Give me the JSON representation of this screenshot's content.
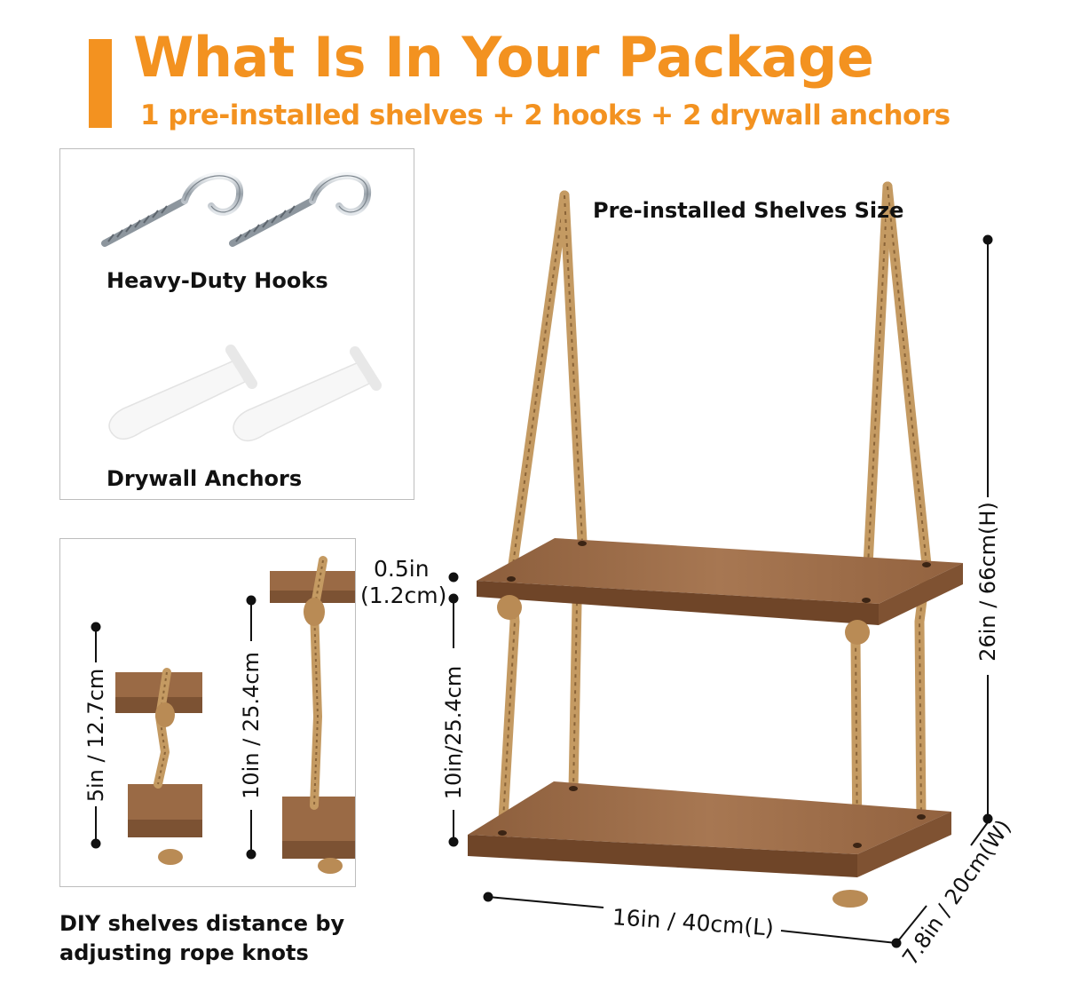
{
  "header": {
    "title": "What Is In Your Package",
    "subtitle": "1 pre-installed shelves + 2 hooks + 2 drywall anchors"
  },
  "accessories": {
    "hooks_label": "Heavy-Duty Hooks",
    "anchors_label": "Drywall Anchors"
  },
  "diy": {
    "dim_short": "5in / 12.7cm",
    "dim_long": "10in / 25.4cm",
    "caption_line1": "DIY shelves distance by",
    "caption_line2": "adjusting rope knots"
  },
  "shelf": {
    "size_label": "Pre-installed Shelves Size",
    "thickness": "0.5in",
    "thickness_metric": "(1.2cm)",
    "spacing": "10in/25.4cm",
    "height": "26in / 66cm(H)",
    "length": "16in / 40cm(L)",
    "width": "7.8in / 20cm(W)"
  },
  "colors": {
    "accent": "#f39220",
    "wood": "#9a6a45",
    "rope": "#c49a62",
    "border": "#bdbdbd"
  }
}
